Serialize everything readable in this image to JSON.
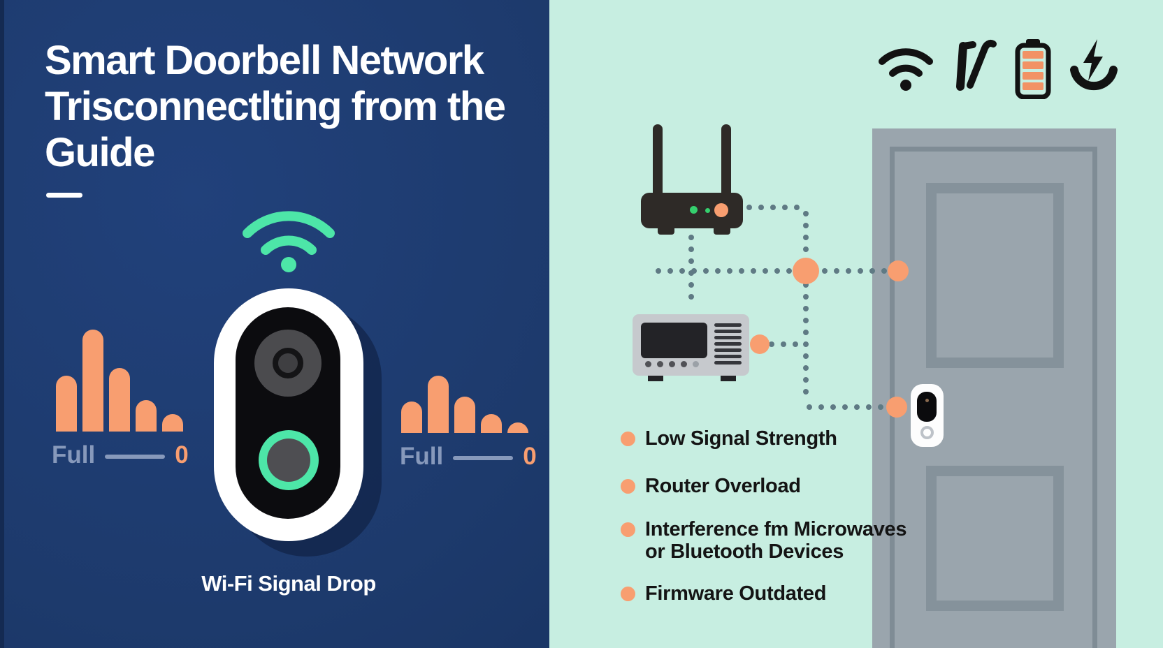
{
  "header": {
    "title_line1": "Smart Doorbell Network",
    "title_line2": "Trisconnectlting from the",
    "title_line3": "Guide"
  },
  "doorbell_panel": {
    "caption": "Wi-Fi Signal Drop",
    "signal_meter_left": {
      "full_label": "Full",
      "zero_label": "0",
      "bar_heights": [
        80,
        146,
        91,
        45,
        25
      ]
    },
    "signal_meter_right": {
      "full_label": "Full",
      "zero_label": "0",
      "bar_heights": [
        45,
        82,
        52,
        27,
        15
      ]
    }
  },
  "diagram_panel": {
    "status_icons": [
      "wifi-icon",
      "pen-icon",
      "battery-icon",
      "charging-icon"
    ],
    "devices": [
      "router",
      "microwave",
      "door",
      "door-mounted-doorbell"
    ],
    "causes": [
      "Low Signal Strength",
      "Router Overload",
      "Interference fm Microwaves\nor Bluetooth Devices",
      "Firmware Outdated"
    ]
  },
  "colors": {
    "navy_background": "#1d3a6c",
    "mint_background": "#c7eee1",
    "accent_orange": "#f89e70",
    "accent_green": "#4de6a8",
    "muted_label": "#8799bb",
    "door_gray": "#9aa5ad",
    "dotted_line": "#5f7a84",
    "device_dark": "#2e2a27"
  }
}
